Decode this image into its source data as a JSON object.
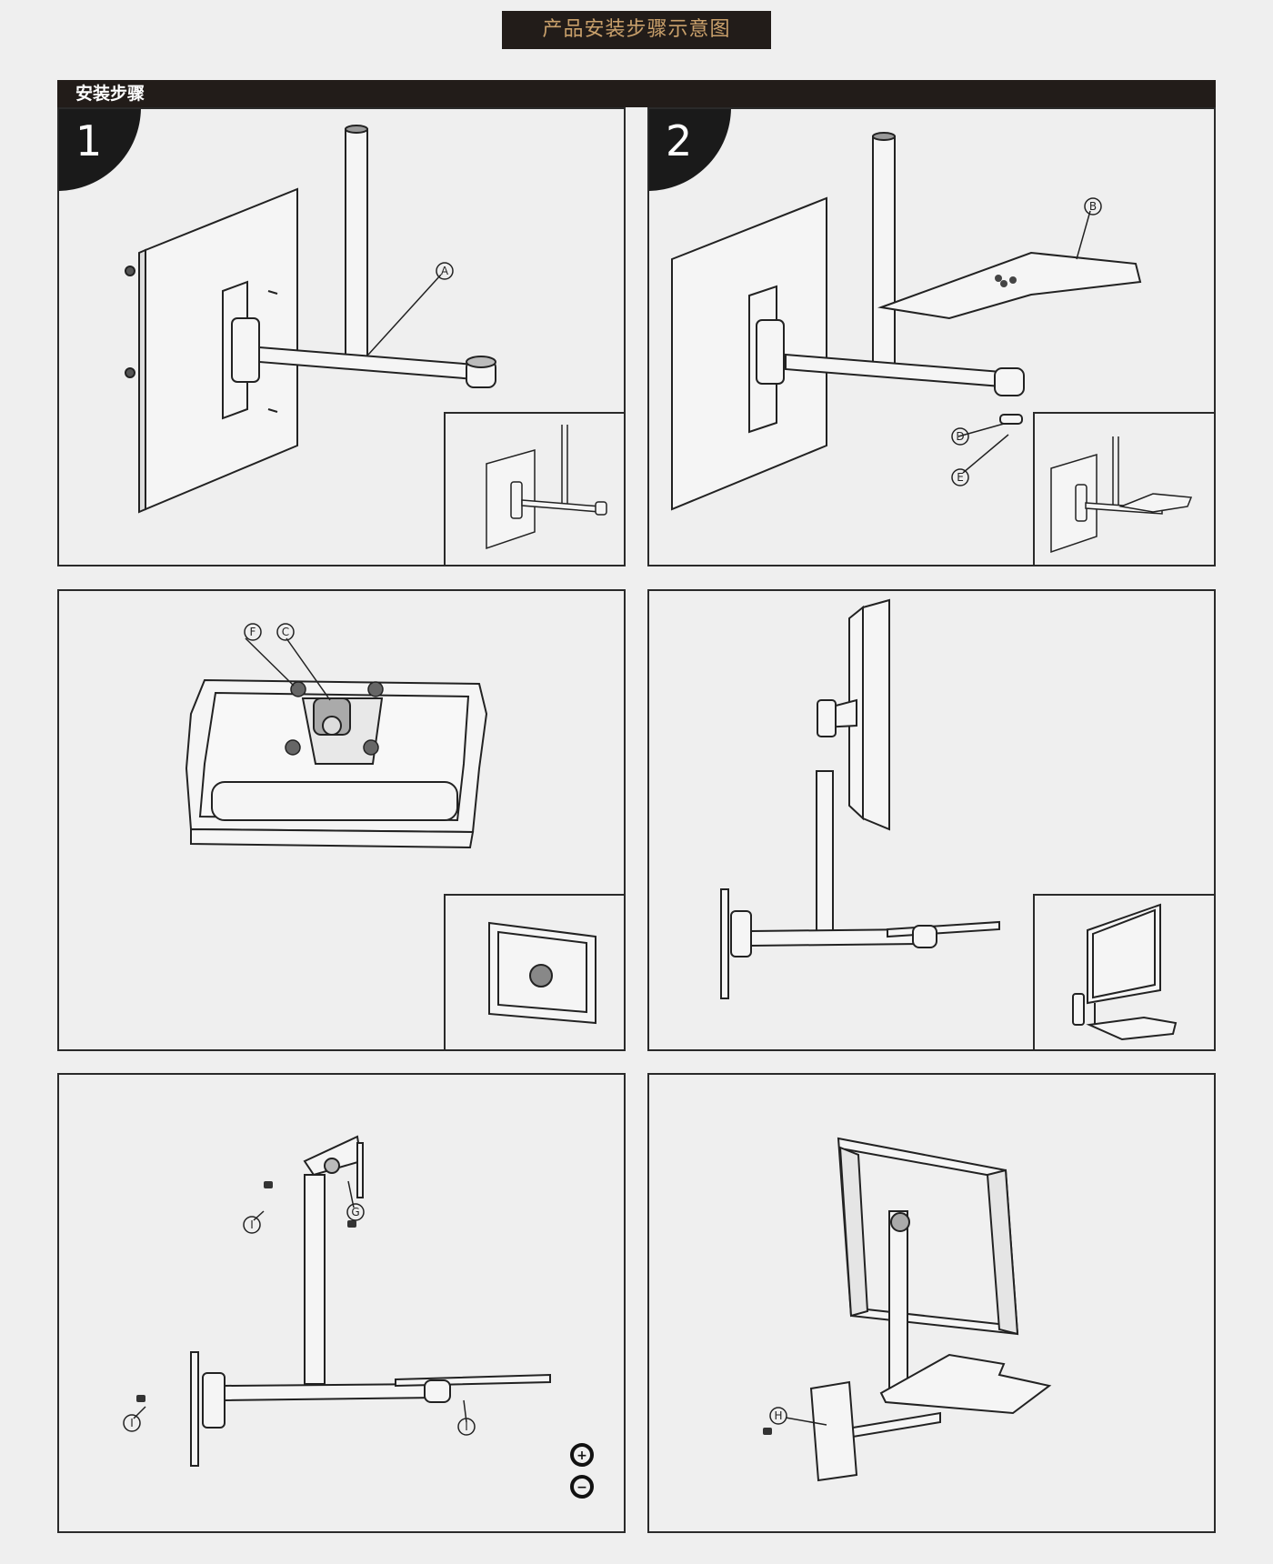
{
  "header": {
    "title": "产品安装步骤示意图"
  },
  "section": {
    "label": "安装步骤"
  },
  "steps": [
    {
      "number": "1",
      "callouts": [
        "A"
      ]
    },
    {
      "number": "2",
      "callouts": [
        "B",
        "D",
        "E"
      ]
    },
    {
      "callouts": [
        "F",
        "C"
      ]
    },
    {
      "callouts": []
    },
    {
      "callouts": [
        "I",
        "G",
        "I",
        "I"
      ]
    },
    {
      "callouts": [
        "H"
      ]
    }
  ],
  "colors": {
    "bar": "#221c19",
    "title_text": "#c9a06b",
    "background": "#efefef",
    "line": "#2a2a2a"
  }
}
